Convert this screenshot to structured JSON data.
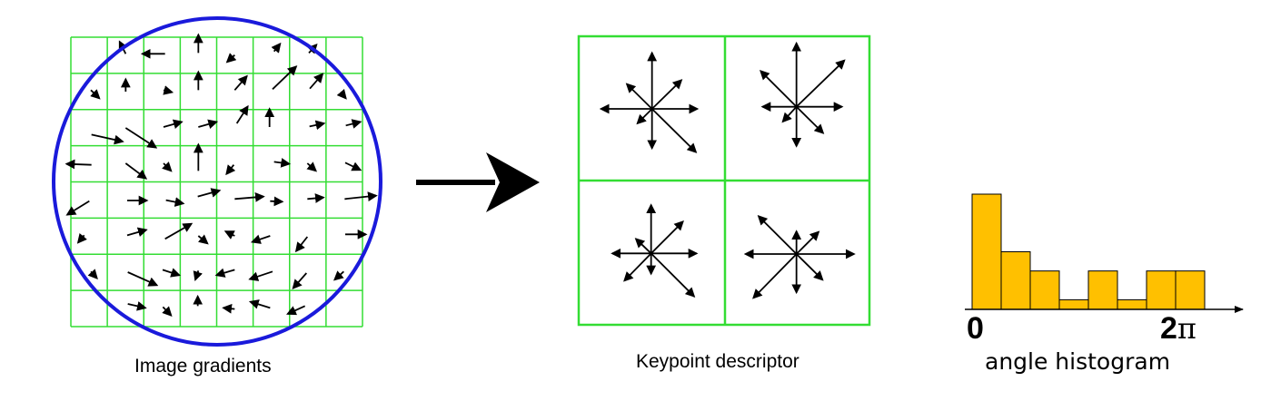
{
  "labels": {
    "image_gradients": "Image gradients",
    "keypoint_descriptor": "Keypoint descriptor",
    "angle_histogram": "angle histogram",
    "axis_start": "0",
    "axis_end_number": "2",
    "axis_end_symbol": "π"
  },
  "histogram": {
    "bins": [
      12,
      6,
      4,
      1,
      4,
      1,
      4,
      4
    ]
  },
  "colors": {
    "grid": "#33dd33",
    "circle": "#1a1adb",
    "bar": "#ffc000",
    "arrow": "#000000"
  }
}
